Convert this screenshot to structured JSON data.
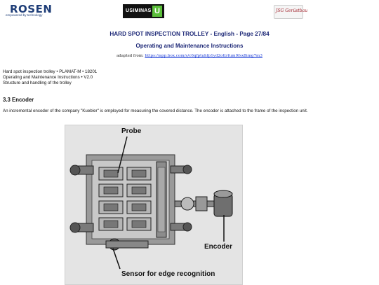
{
  "header": {
    "rosen_logo_text": "ROSEN",
    "rosen_tagline": "empowered by technology",
    "usiminas_logo_text": "USIMINAS",
    "usiminas_mark": "U",
    "right_logo_text": "JSG Gerüstbau"
  },
  "title": "HARD SPOT INSPECTION TROLLEY - English - Page 27/84",
  "subtitle": "Operating and Maintenance Instructions",
  "adapted": {
    "prefix": "adapted from:",
    "link": "https://app.box.com/s/c6qfptuhfp1yd2ottrfum9fsx8img7m3"
  },
  "meta": {
    "line1": "Hard spot inspection trolley • PLAMAT-M • 18201",
    "line2": "Operating and Maintenance Instructions • V2.0",
    "line3": "Structure and handling of the trolley"
  },
  "section_heading": "3.3 Encoder",
  "paragraph": "An incremental encoder of the company \"Kuebler\" is employed for measuring the covered distance. The encoder is attached to the frame of the inspection unit.",
  "figure": {
    "label_probe": "Probe",
    "label_encoder": "Encoder",
    "label_sensor": "Sensor for edge recognition"
  },
  "colors": {
    "title_blue": "#1f2a78",
    "link_blue": "#1a3bd6",
    "usiminas_green": "#5bbf3a"
  }
}
